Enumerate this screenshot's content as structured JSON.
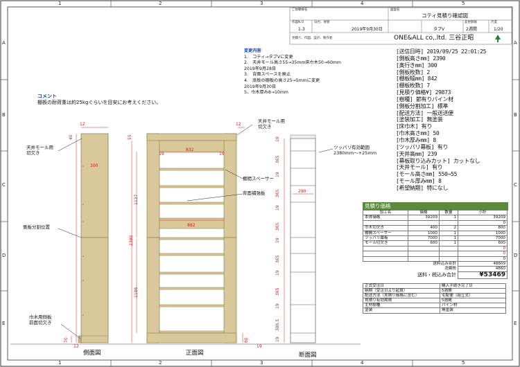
{
  "ruler": {
    "columns": [
      "1",
      "2",
      "3",
      "4",
      "5"
    ],
    "rows": [
      "A",
      "B",
      "C",
      "D",
      "E"
    ]
  },
  "title_block": {
    "customer_label": "ご依頼様名",
    "drawing_name_label": "図面名",
    "drawing_name": "コティ見積り確認図",
    "work_no_label": "作図N.O",
    "work_no": "1-3",
    "date_label": "日付、保管",
    "date": "2019年9月30日",
    "style_label": "",
    "style": "タブV",
    "period_label": "変更期限",
    "period": "2週間",
    "scale_label": "尺度",
    "scale": "1/20",
    "maker_label": "見積り、作図、設計、製作者",
    "maker": "ONE&ALL co,.ltd.  三谷正昭"
  },
  "changes": {
    "title": "変更内容",
    "lines": [
      "1.　コティ→タブVに変更",
      "2.　天井モール高さ55→35mm床巾木50→60mm",
      "2019年9月28日",
      "3.　背面スペースを廃止",
      "4.　底板の棚板の高さ25→5mmに変更",
      "2019年9月30日",
      "5、巾木厚み8→10mm"
    ]
  },
  "comment": {
    "title": "コメント",
    "text": "棚板の耐荷重は約25kgぐらいを目安にお考えください。"
  },
  "spec": [
    "[送信日時] 2019/09/25 22:01:25",
    "[側板高さmm] 2390",
    "[奥行きmm] 300",
    "[側板枚数] 2",
    "[棚板幅mm] 842",
    "[棚板枚数] 7",
    "[見積り価格¥] 29873",
    "[樹種] 節有りパイン材",
    "[側板分割加工] 標準",
    "[配送方法] 一般送送便",
    "[塗装加工] 無塗装",
    "[床巾木] 有り",
    "[巾木高さmm] 50",
    "[巾木厚みmm] 8",
    "[ツッパリ幕板] 有り",
    "[天井高mm] 239",
    "[幕板取り込みカット] カットなし",
    "[天井モール] 有り",
    "[モール高さmm] 550→55",
    "[モール厚みmm] 8",
    "[希望納期] 特になし"
  ],
  "annotations": {
    "ceiling_mold_cut_left": "天井モール用\n切欠き",
    "ceiling_mold_cut_right": "天井モール用\n切欠き",
    "side_split": "側板分割位置",
    "baseboard_cut": "巾木用側板\n前面切欠き",
    "shelf_spacer": "棚間スペーサー",
    "back_reinforce": "背面補強板",
    "tsuppari_range": "ツッパリ有効範囲\n2380mm～+25mm"
  },
  "dimensions": {
    "top12_left": "12",
    "top12_right": "12",
    "d40": "40",
    "d55": "55",
    "d300": "300",
    "d832": "832",
    "d19a": "19",
    "d19b": "19",
    "d1137": "1137",
    "d2390": "2390",
    "d882": "882",
    "d1196": "1196",
    "d70": "70",
    "d12b": "12",
    "d60": "60",
    "d290": "290",
    "d19c": "19",
    "sec_dims": [
      "19",
      "365",
      "19",
      "365",
      "19",
      "365",
      "19",
      "365",
      "19",
      "365",
      "19",
      "386.5",
      "19"
    ]
  },
  "views": {
    "side": "側面図",
    "front": "正面図",
    "section": "断面図"
  },
  "quote": {
    "title": "見積り価格",
    "headers": [
      "加工名",
      "価格",
      "数量",
      "小計"
    ],
    "rows": [
      [
        "本体価格",
        "39209",
        "1",
        "39209"
      ],
      [
        "",
        "",
        "",
        "0"
      ],
      [
        "巾木切欠き",
        "400",
        "2",
        "800"
      ],
      [
        "棚間スペーサー",
        "1000",
        "1",
        "1000"
      ],
      [
        "ツッパリ幕板",
        "7000",
        "1",
        "7000"
      ],
      [
        "モール切欠き",
        "600",
        "1",
        "600"
      ],
      [
        "",
        "",
        "",
        "0"
      ],
      [
        "",
        "",
        "",
        "0"
      ],
      [
        "",
        "",
        "",
        "0"
      ]
    ],
    "subtotal_label": "送料込み合計",
    "subtotal": "48609",
    "tax_label": "消費税",
    "tax": "4860",
    "total_label": "送料・税込み合計",
    "total": "¥53469"
  },
  "info": [
    [
      "正式受注日",
      "購入手続き完了日"
    ],
    [
      "納期（受注日より起算）",
      "5週間"
    ],
    [
      "配送方法（見積り価格に含む）",
      "宅配便（組立式）"
    ],
    [
      "見積り有効期限",
      "5週間"
    ],
    [
      "主材樹種",
      "パイン材"
    ],
    [
      "塗装",
      "無塗装"
    ]
  ],
  "colors": {
    "wood": "#d9c99a",
    "wood_dark": "#b5a065",
    "dim_red": "#cc2222",
    "accent_blue": "#1144cc",
    "quote_green": "#5a8a3a"
  }
}
